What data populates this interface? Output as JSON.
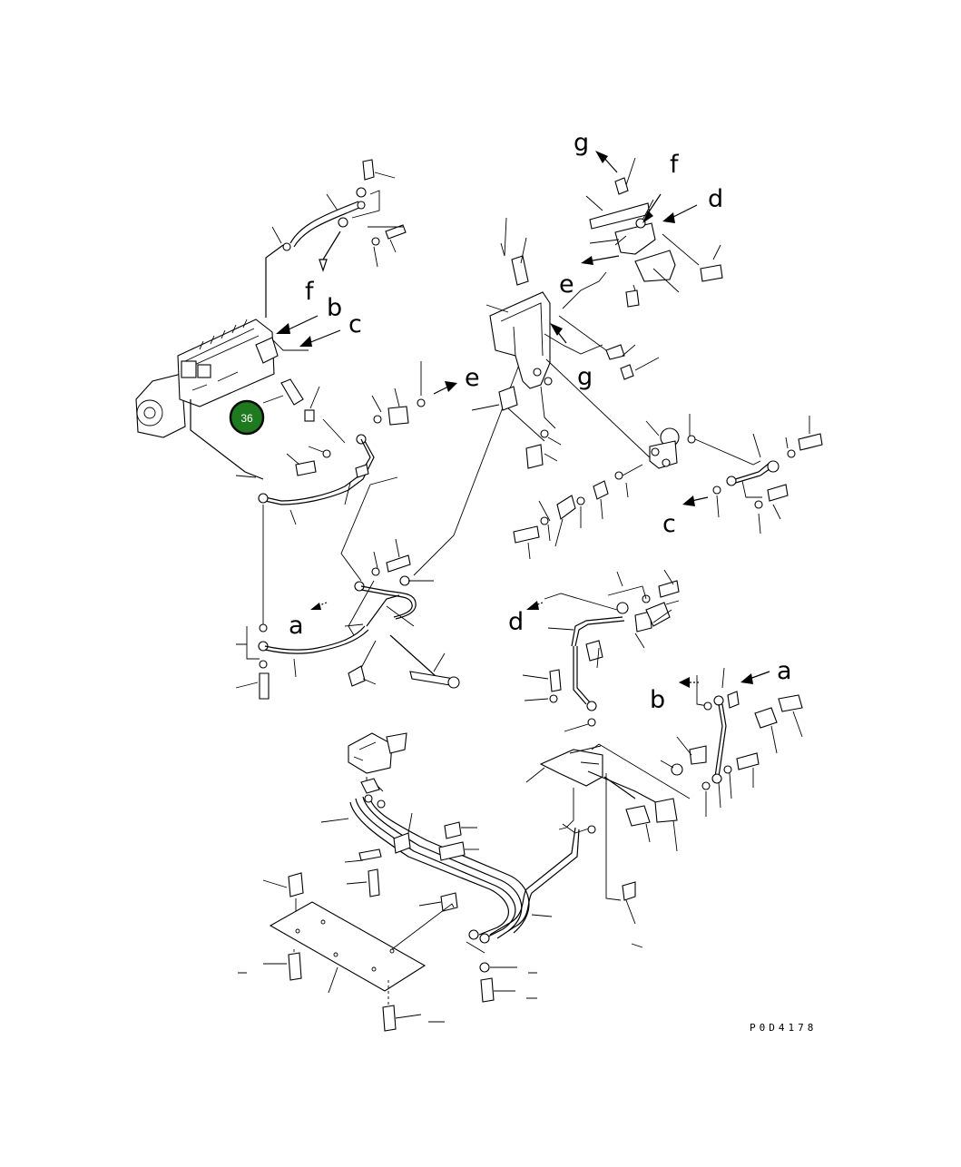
{
  "diagram": {
    "drawing_code": "P0D4178",
    "callouts": {
      "a1": "a",
      "a2": "a",
      "b1": "b",
      "b2": "b",
      "c1": "c",
      "c2": "c",
      "d1": "d",
      "d2": "d",
      "e1": "e",
      "e2": "e",
      "f1": "f",
      "f2": "f",
      "g1": "g",
      "g2": "g"
    },
    "highlight": {
      "number": "36",
      "color": "#1f7a1f",
      "ring": "#0b0b0b"
    }
  }
}
